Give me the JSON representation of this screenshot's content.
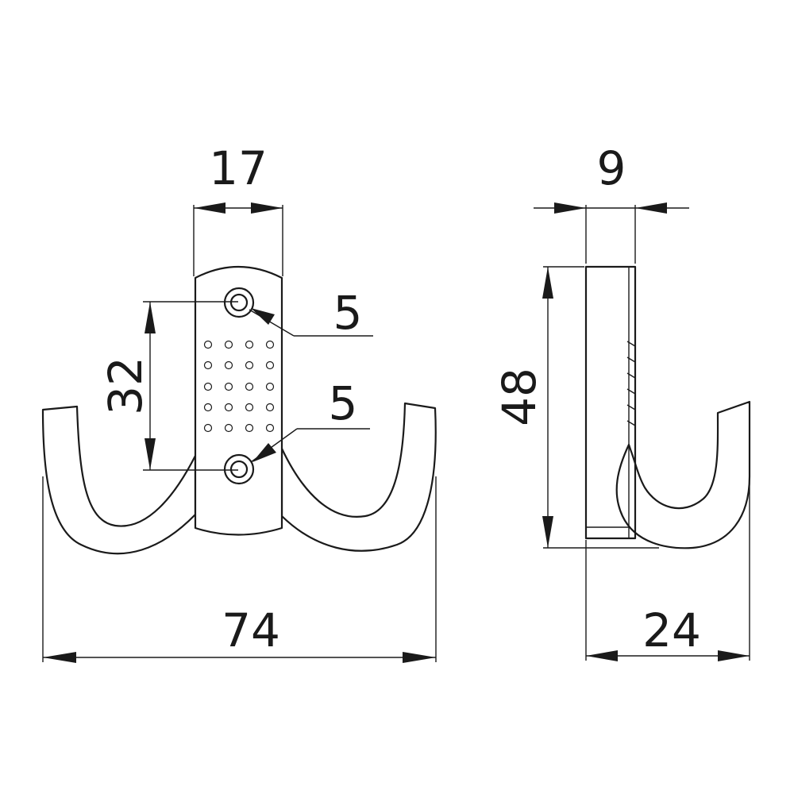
{
  "drawing": {
    "front_view": {
      "plate_width": "17",
      "hole_spacing": "32",
      "upper_hole_diameter": "5",
      "lower_hole_diameter": "5",
      "overall_width": "74"
    },
    "side_view": {
      "plate_thickness": "9",
      "plate_height": "48",
      "overall_depth": "24"
    }
  }
}
